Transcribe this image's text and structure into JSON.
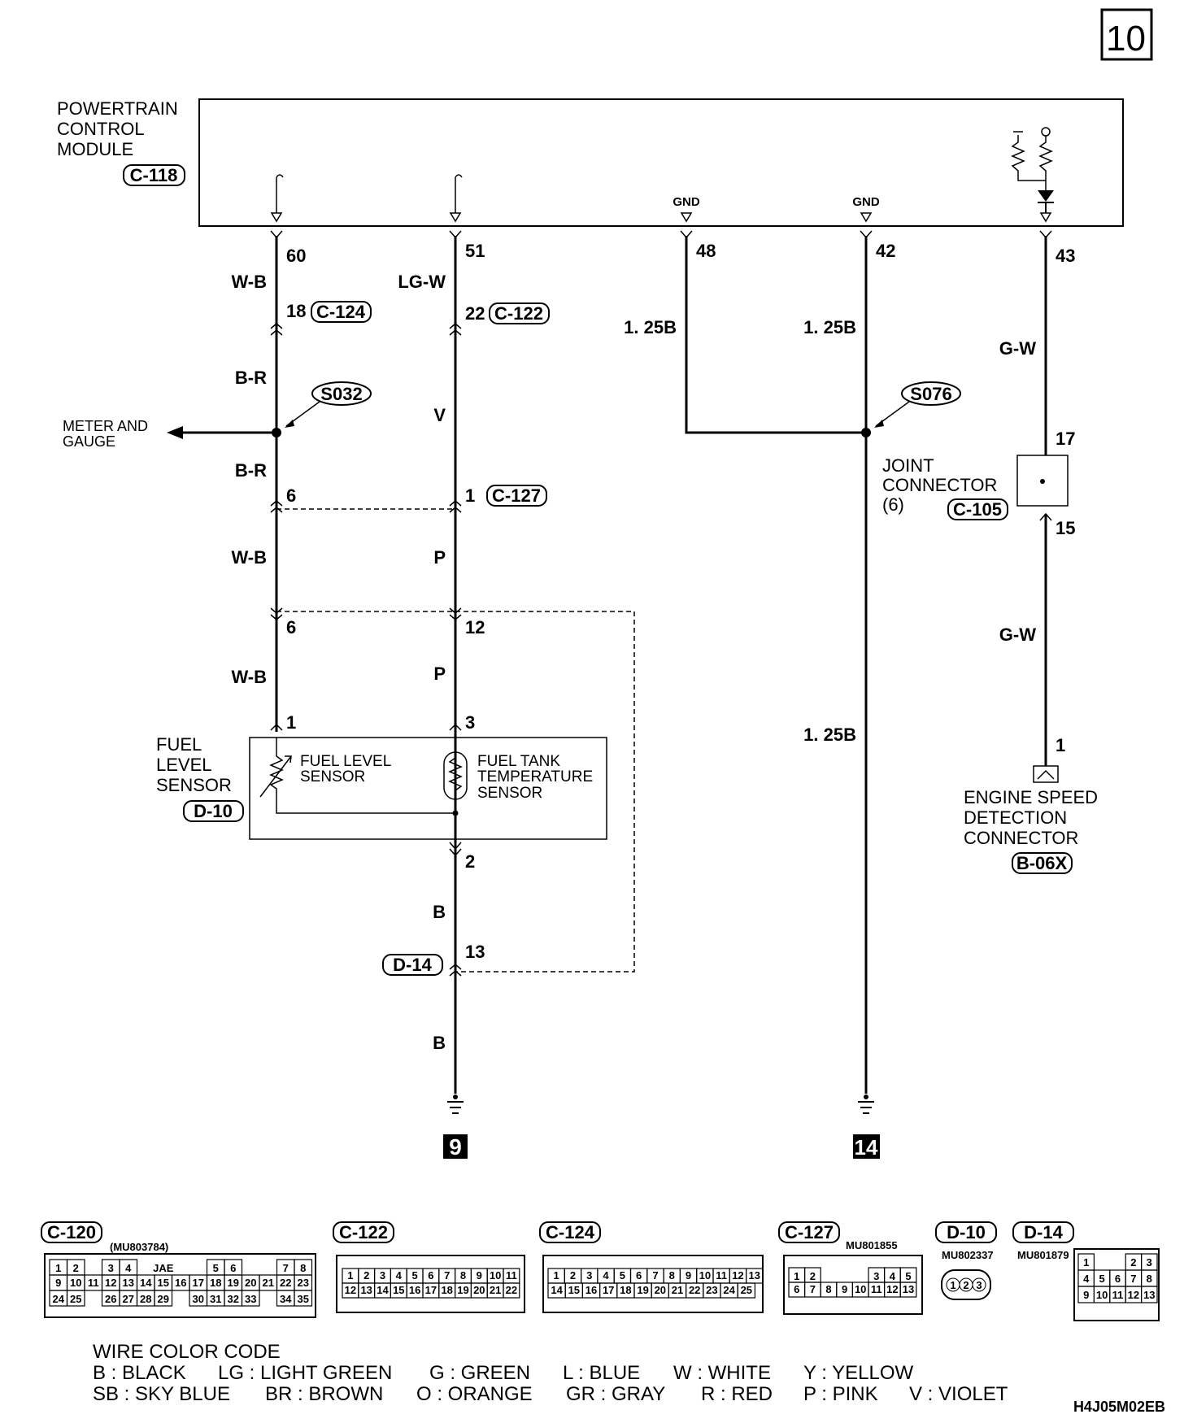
{
  "page_number": "10",
  "module": {
    "title_line1": "POWERTRAIN",
    "title_line2": "CONTROL",
    "title_line3": "MODULE",
    "connector": "C-118",
    "gnd1": "GND",
    "gnd2": "GND"
  },
  "pins": {
    "p60": "60",
    "p51": "51",
    "p48": "48",
    "p42": "42",
    "p43": "43",
    "p18": "18",
    "p22": "22",
    "p6a": "6",
    "p1a": "1",
    "p6b": "6",
    "p12": "12",
    "p1b": "1",
    "p3": "3",
    "p2": "2",
    "p13": "13",
    "p17": "17",
    "p15": "15",
    "p1c": "1"
  },
  "connectors": {
    "c124": "C-124",
    "c122": "C-122",
    "c127": "C-127",
    "d14": "D-14",
    "d10": "D-10",
    "c105": "C-105",
    "b06x": "B-06X"
  },
  "wire_colors": {
    "wb1": "W-B",
    "lgw": "LG-W",
    "b125a": "1. 25B",
    "b125b": "1. 25B",
    "gw1": "G-W",
    "br1": "B-R",
    "v": "V",
    "br2": "B-R",
    "wb2": "W-B",
    "p1": "P",
    "wb3": "W-B",
    "p2": "P",
    "gw2": "G-W",
    "b1": "B",
    "b125c": "1. 25B",
    "b2": "B"
  },
  "splices": {
    "s032": "S032",
    "s076": "S076"
  },
  "labels": {
    "meter1": "METER AND",
    "meter2": "GAUGE",
    "joint1": "JOINT",
    "joint2": "CONNECTOR",
    "joint3": "(6)",
    "fuel1": "FUEL",
    "fuel2": "LEVEL",
    "fuel3": "SENSOR",
    "fls1": "FUEL LEVEL",
    "fls2": "SENSOR",
    "fts1": "FUEL TANK",
    "fts2": "TEMPERATURE",
    "fts3": "SENSOR",
    "esd1": "ENGINE SPEED",
    "esd2": "DETECTION",
    "esd3": "CONNECTOR",
    "ground1": "9",
    "ground2": "14"
  },
  "connector_views": {
    "c120": {
      "name": "C-120",
      "part": "(MU803784)",
      "jae": "JAE",
      "row1": [
        "1",
        "2",
        "3",
        "4",
        "5",
        "6",
        "7",
        "8"
      ],
      "row2": [
        "9",
        "10",
        "11",
        "12",
        "13",
        "14",
        "15",
        "16",
        "17",
        "18",
        "19",
        "20",
        "21",
        "22",
        "23"
      ],
      "row3": [
        "24",
        "25",
        "26",
        "27",
        "28",
        "29",
        "30",
        "31",
        "32",
        "33",
        "34",
        "35"
      ]
    },
    "c122": {
      "name": "C-122",
      "row1": [
        "1",
        "2",
        "3",
        "4",
        "5",
        "6",
        "7",
        "8",
        "9",
        "10",
        "11"
      ],
      "row2": [
        "12",
        "13",
        "14",
        "15",
        "16",
        "17",
        "18",
        "19",
        "20",
        "21",
        "22"
      ]
    },
    "c124": {
      "name": "C-124",
      "row1": [
        "1",
        "2",
        "3",
        "4",
        "5",
        "6",
        "7",
        "8",
        "9",
        "10",
        "11",
        "12",
        "13"
      ],
      "row2": [
        "14",
        "15",
        "16",
        "17",
        "18",
        "19",
        "20",
        "21",
        "22",
        "23",
        "24",
        "25"
      ]
    },
    "c127": {
      "name": "C-127",
      "part": "MU801855",
      "row1": [
        "1",
        "2",
        "3",
        "4",
        "5"
      ],
      "row2": [
        "6",
        "7",
        "8",
        "9",
        "10",
        "11",
        "12",
        "13"
      ]
    },
    "d10": {
      "name": "D-10",
      "part": "MU802337",
      "pins": [
        "1",
        "2",
        "3"
      ]
    },
    "d14": {
      "name": "D-14",
      "part": "MU801879",
      "row1": [
        "1",
        "2",
        "3"
      ],
      "row2": [
        "4",
        "5",
        "6",
        "7",
        "8"
      ],
      "row3": [
        "9",
        "10",
        "11",
        "12",
        "13"
      ]
    }
  },
  "legend": {
    "title": "WIRE COLOR CODE",
    "line1": [
      "B : BLACK",
      "LG : LIGHT GREEN",
      "G : GREEN",
      "L : BLUE",
      "W : WHITE",
      "Y : YELLOW"
    ],
    "line2": [
      "SB : SKY BLUE",
      "BR : BROWN",
      "O : ORANGE",
      "GR : GRAY",
      "R : RED",
      "P : PINK",
      "V : VIOLET"
    ]
  },
  "doc_code": "H4J05M02EB"
}
